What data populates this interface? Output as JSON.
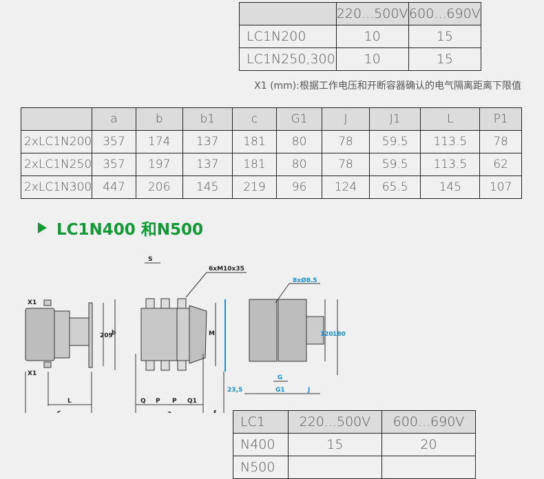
{
  "top_table": {
    "header": [
      "",
      "220...500V",
      "600...690V"
    ],
    "rows": [
      [
        "LC1N200",
        "10",
        "15"
      ],
      [
        "LC1N250,300",
        "10",
        "15"
      ]
    ]
  },
  "note": "X1 (mm):根据工作电压和开断容器确认的电气隔离距离下限值",
  "dim_table": {
    "header": [
      "",
      "a",
      "b",
      "b1",
      "c",
      "G1",
      "J",
      "J1",
      "L",
      "P1"
    ],
    "rows": [
      [
        "2xLC1N200",
        "357",
        "174",
        "137",
        "181",
        "80",
        "78",
        "59.5",
        "113.5",
        "78"
      ],
      [
        "2xLC1N250",
        "357",
        "197",
        "137",
        "181",
        "80",
        "78",
        "59.5",
        "113.5",
        "62"
      ],
      [
        "2xLC1N300",
        "447",
        "206",
        "145",
        "219",
        "96",
        "124",
        "65.5",
        "145",
        "107"
      ]
    ]
  },
  "section_title": "LC1N400 和N500",
  "drawing": {
    "labels": {
      "x1": "X1",
      "s": "S",
      "screw": "6xM10x35",
      "holes": "8xØ8.5",
      "h209": "209",
      "b": "b",
      "m": "M",
      "h120": "120",
      "h180": "180",
      "l": "L",
      "c": "c",
      "q": "Q",
      "p": "P",
      "q1": "Q1",
      "a": "a",
      "f": "f",
      "g": "G",
      "g1": "G1",
      "j": "J",
      "d235": "23,5",
      "eq": "="
    }
  },
  "bottom_table": {
    "header": [
      "LC1",
      "220...500V",
      "600...690V"
    ],
    "rows": [
      [
        "N400",
        "15",
        "20"
      ],
      [
        "N500",
        "",
        ""
      ]
    ]
  }
}
